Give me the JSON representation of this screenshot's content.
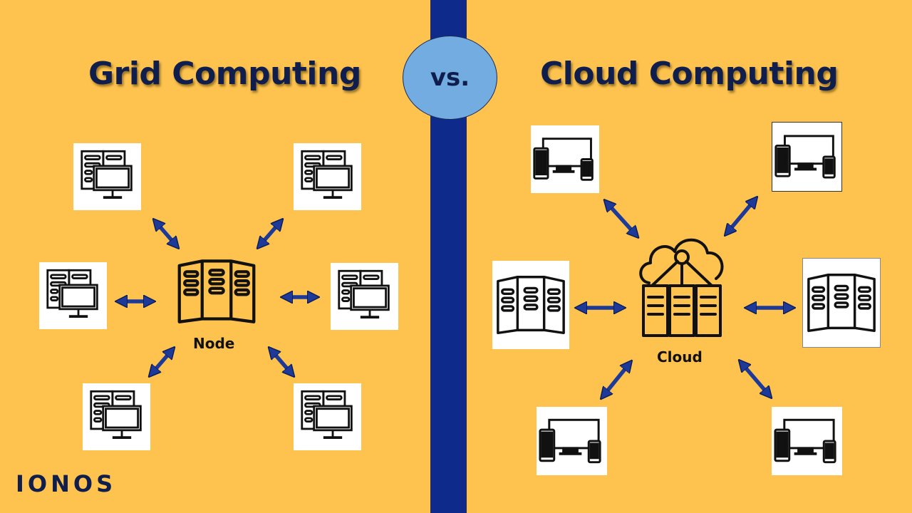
{
  "titles": {
    "grid": "Grid Computing",
    "vs": "vs.",
    "cloud": "Cloud Computing"
  },
  "labels": {
    "node": "Node",
    "cloud": "Cloud"
  },
  "logo": "IONOS",
  "colors": {
    "background": "#fec34f",
    "divider": "#0e2a8a",
    "badge": "#72ace0",
    "title": "#0f1e4c",
    "arrow": "#1e3a99"
  },
  "icons": {
    "grid_nodes": "server-monitor-icon",
    "grid_center": "server-rack-icon",
    "cloud_devices": "devices-icon",
    "cloud_servers": "server-rack-icon",
    "cloud_center": "cloud-server-icon"
  }
}
